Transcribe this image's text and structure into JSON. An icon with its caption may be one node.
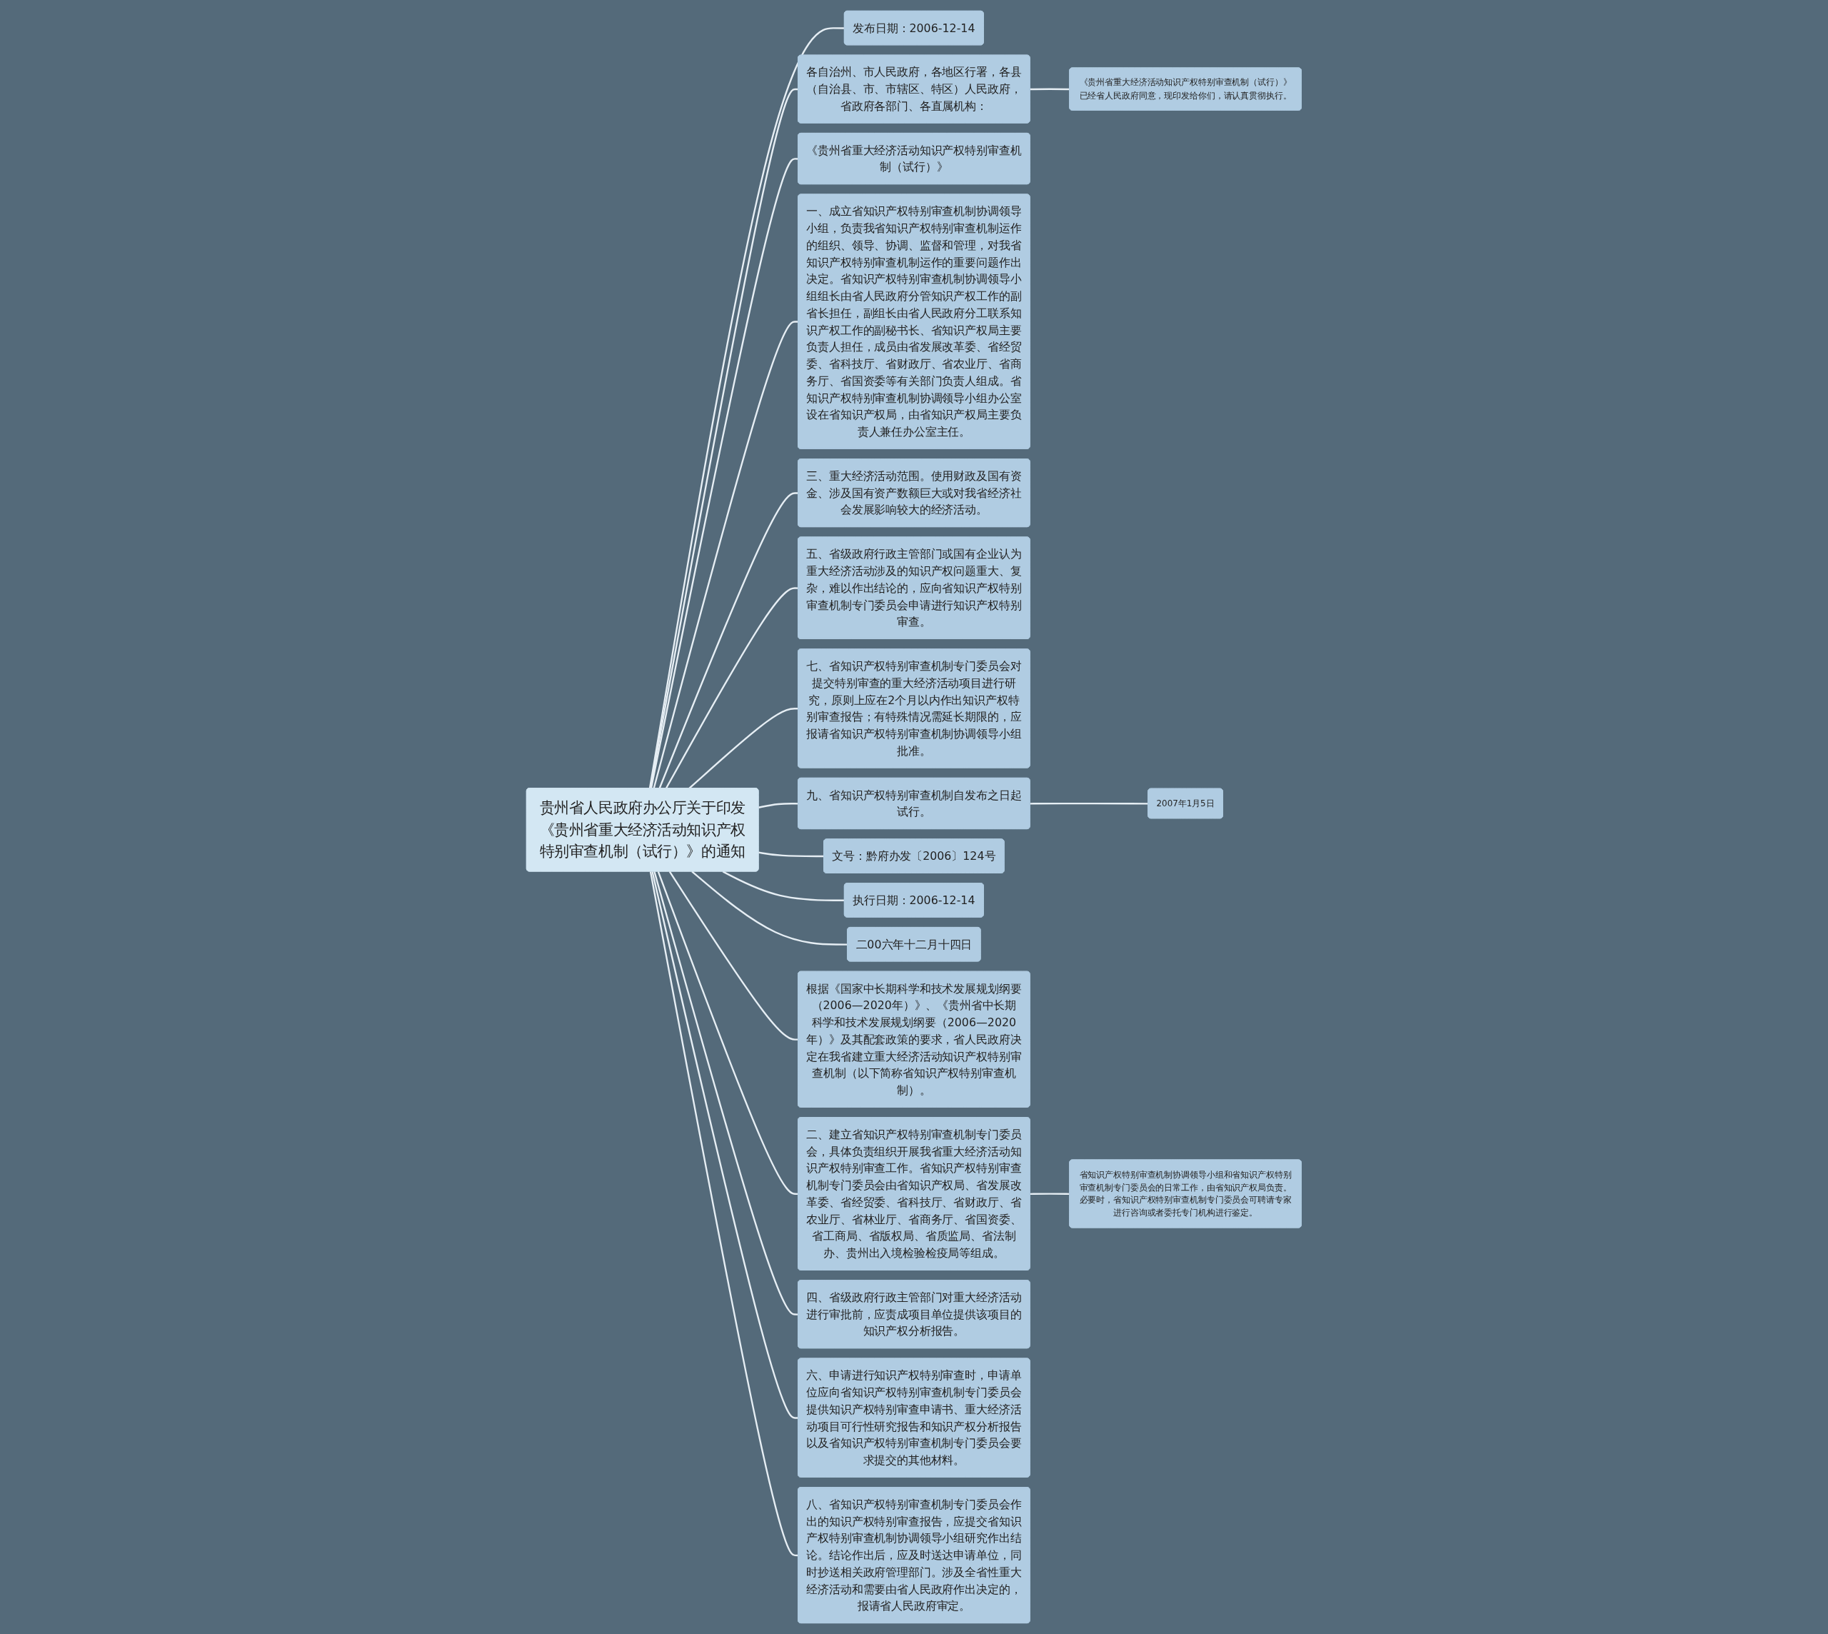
{
  "diagram": {
    "nodes": [
      {
        "text": [
          "贵州省人民政府办公厅关于印发《贵州省重大经济活动知识产权特别审查机制（试行）》的通知"
        ]
      },
      {
        "text": [
          "发布日期：2006-12-14"
        ]
      },
      {
        "text": [
          "各自治州、市人民政府，各地区行署，各县（自治县、市、市辖区、特区）人民政府，省政府各部门、各直属机构："
        ]
      },
      {
        "text": [
          "《贵州省重大经济活动知识产权特别审查机制（试行）》已经省人民政府同意，现印发给你们，请认真贯彻执行。"
        ]
      },
      {
        "text": [
          "《贵州省重大经济活动知识产权特别审查机制（试行）》"
        ]
      },
      {
        "text": [
          "一、成立省知识产权特别审查机制协调领导小组，负责我省知识产权特别审查机制运作的组织、领导、协调、监督和管理，对我省知识产权特别审查机制运作的重要问题作出决定。省知识产权特别审查机制协调领导小组组长由省人民政府分管知识产权工作的副省长担任，副组长由省人民政府分工联系知识产权工作的副秘书长、省知识产权局主要负责人担任，成员由省发展改革委、省经贸委、省科技厅、省财政厅、省农业厅、省商务厅、省国资委等有关部门负责人组成。省知识产权特别审查机制协调领导小组办公室设在省知识产权局，由省知识产权局主要负责人兼任办公室主任。"
        ]
      },
      {
        "text": [
          "三、重大经济活动范围。使用财政及国有资金、涉及国有资产数额巨大或对我省经济社会发展影响较大的经济活动。"
        ]
      },
      {
        "text": [
          "五、省级政府行政主管部门或国有企业认为重大经济活动涉及的知识产权问题重大、复杂，难以作出结论的，应向省知识产权特别审查机制专门委员会申请进行知识产权特别审查。"
        ]
      },
      {
        "text": [
          "七、省知识产权特别审查机制专门委员会对提交特别审查的重大经济活动项目进行研究，原则上应在2个月以内作出知识产权特别审查报告；有特殊情况需延长期限的，应报请省知识产权特别审查机制协调领导小组批准。"
        ]
      },
      {
        "text": [
          "九、省知识产权特别审查机制自发布之日起试行。"
        ]
      },
      {
        "text": [
          "2007年1月5日"
        ]
      },
      {
        "text": [
          "文号：黔府办发〔2006〕124号"
        ]
      },
      {
        "text": [
          "执行日期：2006-12-14"
        ]
      },
      {
        "text": [
          "二00六年十二月十四日"
        ]
      },
      {
        "text": [
          "根据《国家中长期科学和技术发展规划纲要（2006—2020年）》、《贵州省中长期科学和技术发展规划纲要（2006—2020年）》及其配套政策的要求，省人民政府决定在我省建立重大经济活动知识产权特别审查机制（以下简称省知识产权特别审查机制）。"
        ]
      },
      {
        "text": [
          "二、建立省知识产权特别审查机制专门委员会，具体负责组织开展我省重大经济活动知识产权特别审查工作。省知识产权特别审查机制专门委员会由省知识产权局、省发展改革委、省经贸委、省科技厅、省财政厅、省农业厅、省林业厅、省商务厅、省国资委、省工商局、省版权局、省质监局、省法制办、贵州出入境检验检疫局等组成。"
        ]
      },
      {
        "text": [
          "省知识产权特别审查机制协调领导小组和省知识产权特别审查机制专门委员会的日常工作，由省知识产权局负责。必要时，省知识产权特别审查机制专门委员会可聘请专家进行咨询或者委托专门机构进行鉴定。"
        ]
      },
      {
        "text": [
          "四、省级政府行政主管部门对重大经济活动进行审批前，应责成项目单位提供该项目的知识产权分析报告。"
        ]
      },
      {
        "text": [
          "六、申请进行知识产权特别审查时，申请单位应向省知识产权特别审查机制专门委员会提供知识产权特别审查申请书、重大经济活动项目可行性研究报告和知识产权分析报告以及省知识产权特别审查机制专门委员会要求提交的其他材料。"
        ]
      },
      {
        "text": [
          "八、省知识产权特别审查机制专门委员会作出的知识产权特别审查报告，应提交省知识产权特别审查机制协调领导小组研究作出结论。结论作出后，应及时送达申请单位，同时抄送相关政府管理部门。涉及全省性重大经济活动和需要由省人民政府作出决定的，报请省人民政府审定。"
        ]
      }
    ],
    "edges": [
      {
        "from": 0,
        "to": 1,
        "arrow": "none"
      },
      {
        "from": 0,
        "to": 2,
        "arrow": "none"
      },
      {
        "from": 2,
        "to": 3,
        "arrow": "none"
      },
      {
        "from": 0,
        "to": 4,
        "arrow": "none"
      },
      {
        "from": 0,
        "to": 5,
        "arrow": "none"
      },
      {
        "from": 0,
        "to": 6,
        "arrow": "none"
      },
      {
        "from": 0,
        "to": 7,
        "arrow": "none"
      },
      {
        "from": 0,
        "to": 8,
        "arrow": "none"
      },
      {
        "from": 0,
        "to": 9,
        "arrow": "none"
      },
      {
        "from": 9,
        "to": 10,
        "arrow": "none"
      },
      {
        "from": 0,
        "to": 11,
        "arrow": "none"
      },
      {
        "from": 0,
        "to": 12,
        "arrow": "none"
      },
      {
        "from": 0,
        "to": 13,
        "arrow": "none"
      },
      {
        "from": 0,
        "to": 14,
        "arrow": "none"
      },
      {
        "from": 0,
        "to": 15,
        "arrow": "none"
      },
      {
        "from": 15,
        "to": 16,
        "arrow": "none"
      },
      {
        "from": 0,
        "to": 17,
        "arrow": "none"
      },
      {
        "from": 0,
        "to": 18,
        "arrow": "none"
      },
      {
        "from": 0,
        "to": 19,
        "arrow": "none"
      }
    ]
  }
}
